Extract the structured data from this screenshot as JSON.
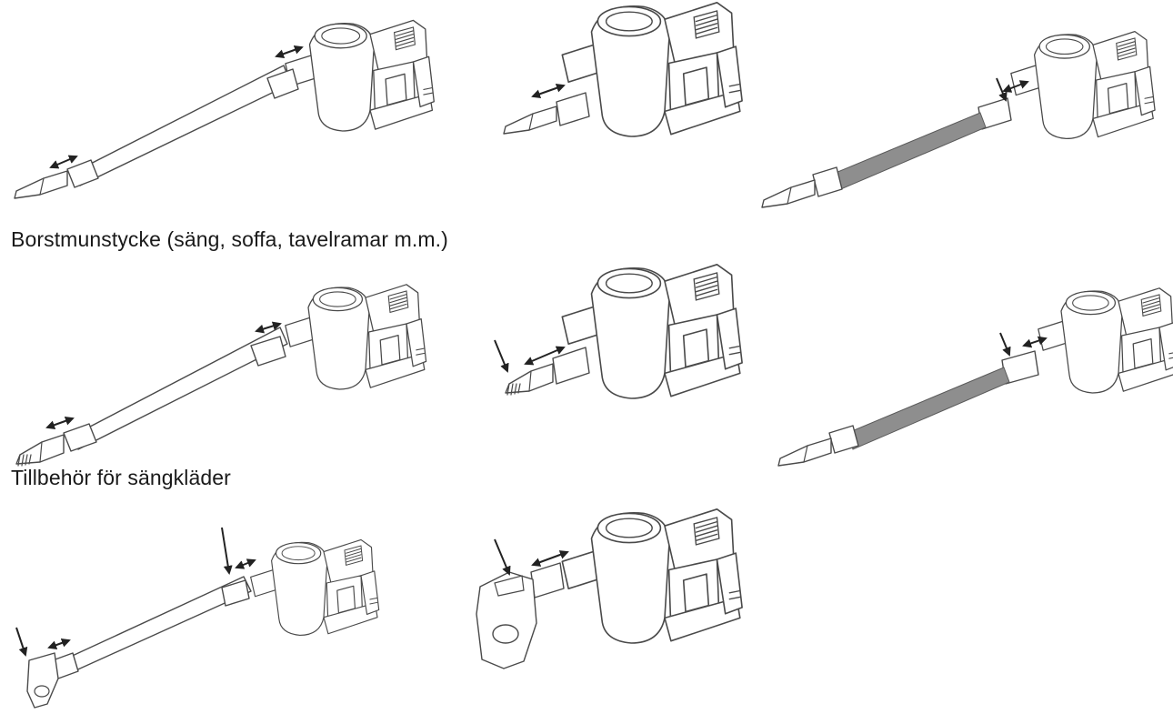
{
  "sections": [
    {
      "caption": ""
    },
    {
      "caption": "Borstmunstycke (säng, soffa, tavelramar m.m.)"
    },
    {
      "caption": "Tillbehör för sängkläder"
    }
  ],
  "icons": {
    "vacuum": "stick-vacuum-illustration",
    "attachment_arrow": "double-arrow-icon",
    "press_arrow": "down-arrow-icon"
  },
  "colors": {
    "line": "#4a4a4a",
    "hose": "#8e8e8e",
    "text": "#1a1a1a"
  }
}
